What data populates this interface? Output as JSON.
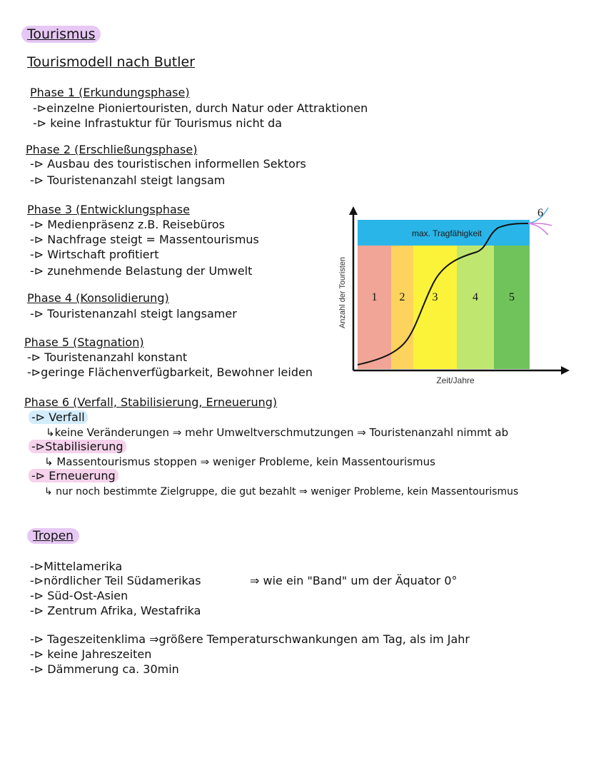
{
  "page": {
    "title": "Tourismus",
    "subtitle": "Tourismodell nach Butler",
    "phases": [
      {
        "heading": "Phase 1 (Erkundungsphase)",
        "lines": [
          "-⊳einzelne Pioniertouristen, durch Natur oder Attraktionen",
          "-⊳ keine Infrastuktur für Tourismus nicht da"
        ]
      },
      {
        "heading": "Phase 2 (Erschließungsphase)",
        "lines": [
          "-⊳ Ausbau des touristischen informellen Sektors",
          "-⊳ Touristenanzahl steigt langsam"
        ]
      },
      {
        "heading": "Phase 3 (Entwicklungsphase",
        "lines": [
          "-⊳ Medienpräsenz z.B. Reisebüros",
          "-⊳ Nachfrage steigt = Massentourismus",
          "-⊳ Wirtschaft profitiert",
          "-⊳ zunehmende Belastung der Umwelt"
        ]
      },
      {
        "heading": "Phase 4 (Konsolidierung)",
        "lines": [
          "-⊳ Touristenanzahl steigt langsamer"
        ]
      },
      {
        "heading": "Phase 5 (Stagnation)",
        "lines": [
          "-⊳ Touristenanzahl konstant",
          "-⊳geringe Flächenverfügbarkeit, Bewohner leiden"
        ]
      },
      {
        "heading": "Phase 6 (Verfall, Stabilisierung, Erneuerung)",
        "items": [
          {
            "label": "-⊳ Verfall",
            "detail": "↳keine Veränderungen ⇒ mehr Umweltverschmutzungen ⇒ Touristenanzahl nimmt ab"
          },
          {
            "label": "-⊳Stabilisierung",
            "detail": "↳ Massentourismus stoppen ⇒ weniger Probleme, kein Massentourismus"
          },
          {
            "label": "-⊳ Erneuerung",
            "detail": "↳ nur noch bestimmte Zielgruppe, die gut bezahlt ⇒ weniger Probleme, kein Massentourismus"
          }
        ]
      }
    ],
    "tropen": {
      "title": "Tropen",
      "regions": [
        "-⊳Mittelamerika",
        "-⊳nördlicher Teil Südamerikas",
        "-⊳ Süd-Ost-Asien",
        "-⊳ Zentrum Afrika, Westafrika"
      ],
      "band_note": "⇒ wie ein \"Band\" um der Äquator 0°",
      "climate": [
        "-⊳ Tageszeitenklima ⇒größere Temperaturschwankungen am Tag, als im Jahr",
        "-⊳ keine Jahreszeiten",
        "-⊳ Dämmerung ca. 30min"
      ]
    }
  },
  "chart_data": {
    "type": "area",
    "xlabel": "Zeit/Jahre",
    "ylabel": "Anzahl der Touristen",
    "band_label": "max. Tragfähigkeit",
    "phases": [
      {
        "label": "1",
        "color": "#f0a596"
      },
      {
        "label": "2",
        "color": "#fbd35d"
      },
      {
        "label": "3",
        "color": "#fbf33a"
      },
      {
        "label": "4",
        "color": "#bfe770"
      },
      {
        "label": "5",
        "color": "#6fc35a"
      }
    ],
    "phase6_label": "6",
    "band_color": "#2ab5e8",
    "curve_shape": "S-curve rising to carrying capacity"
  }
}
